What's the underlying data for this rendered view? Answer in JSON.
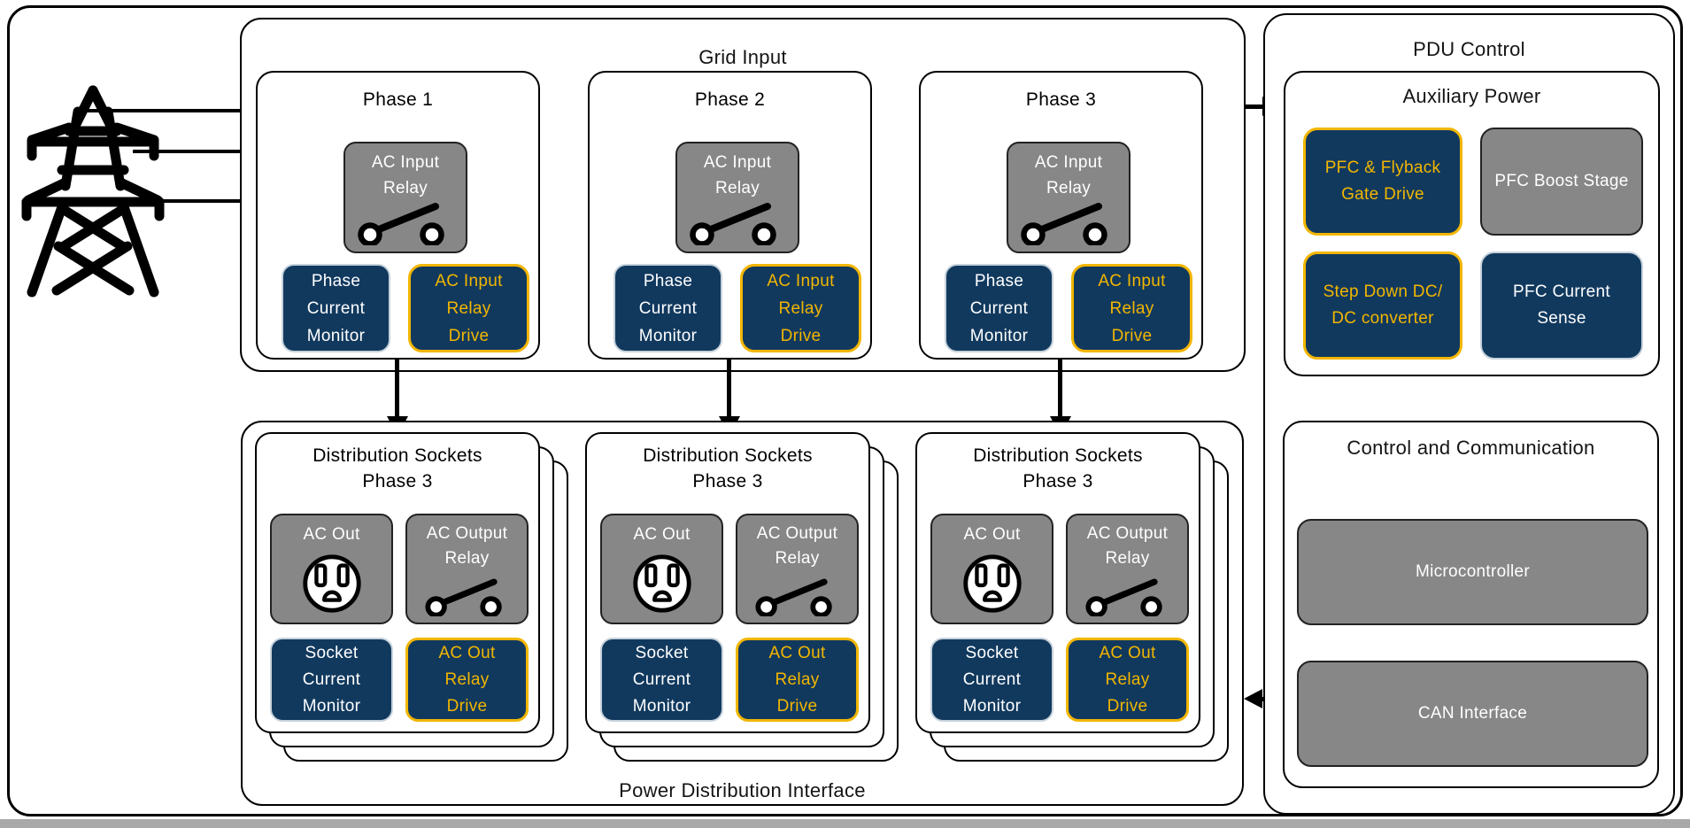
{
  "colors": {
    "navy": "#11395E",
    "yellow": "#F2B600",
    "gray": "#878787",
    "grayBorder": "#222222",
    "lightEdge": "#C6D2DC",
    "ink": "#141414",
    "line": "#000000",
    "strip": "#A9A9A9",
    "paper": "#FFFFFF"
  },
  "icons": {
    "tower": "transmission-tower-icon",
    "switch": "open-switch-icon",
    "outlet": "ac-socket-icon",
    "arrow_down": "arrow-down",
    "arrow_right": "arrow-right",
    "arrow_left": "arrow-left"
  },
  "grid_input": {
    "title": "Grid Input",
    "phases": [
      {
        "title": "Phase 1",
        "relay_lines": [
          "AC Input",
          "Relay"
        ],
        "monitor_lines": [
          "Phase",
          "Current",
          "Monitor"
        ],
        "drive_lines": [
          "AC Input",
          "Relay",
          "Drive"
        ]
      },
      {
        "title": "Phase 2",
        "relay_lines": [
          "AC Input",
          "Relay"
        ],
        "monitor_lines": [
          "Phase",
          "Current",
          "Monitor"
        ],
        "drive_lines": [
          "AC Input",
          "Relay",
          "Drive"
        ]
      },
      {
        "title": "Phase 3",
        "relay_lines": [
          "AC Input",
          "Relay"
        ],
        "monitor_lines": [
          "Phase",
          "Current",
          "Monitor"
        ],
        "drive_lines": [
          "AC Input",
          "Relay",
          "Drive"
        ]
      }
    ]
  },
  "pdu_control": {
    "title": "PDU Control",
    "auxiliary_power": {
      "title": "Auxiliary Power",
      "blocks": [
        {
          "lines": [
            "PFC & Flyback",
            "Gate Drive"
          ],
          "style": "navy-yellow"
        },
        {
          "lines": [
            "PFC Boost Stage"
          ],
          "style": "gray"
        },
        {
          "lines": [
            "Step Down DC/",
            "DC converter"
          ],
          "style": "navy-yellow"
        },
        {
          "lines": [
            "PFC Current",
            "Sense"
          ],
          "style": "navy"
        }
      ]
    },
    "control_comm": {
      "title": "Control and Communication",
      "blocks": [
        {
          "label": "Microcontroller",
          "style": "gray"
        },
        {
          "label": "CAN Interface",
          "style": "gray"
        }
      ]
    }
  },
  "power_distribution": {
    "title": "Power Distribution Interface",
    "groups": [
      {
        "title_lines": [
          "Distribution Sockets",
          "Phase 3"
        ],
        "ac_out_label": "AC Out",
        "relay_lines": [
          "AC Output",
          "Relay"
        ],
        "monitor_lines": [
          "Socket",
          "Current",
          "Monitor"
        ],
        "drive_lines": [
          "AC Out",
          "Relay",
          "Drive"
        ]
      },
      {
        "title_lines": [
          "Distribution Sockets",
          "Phase 3"
        ],
        "ac_out_label": "AC Out",
        "relay_lines": [
          "AC Output",
          "Relay"
        ],
        "monitor_lines": [
          "Socket",
          "Current",
          "Monitor"
        ],
        "drive_lines": [
          "AC Out",
          "Relay",
          "Drive"
        ]
      },
      {
        "title_lines": [
          "Distribution Sockets",
          "Phase 3"
        ],
        "ac_out_label": "AC Out",
        "relay_lines": [
          "AC Output",
          "Relay"
        ],
        "monitor_lines": [
          "Socket",
          "Current",
          "Monitor"
        ],
        "drive_lines": [
          "AC Out",
          "Relay",
          "Drive"
        ]
      }
    ]
  }
}
